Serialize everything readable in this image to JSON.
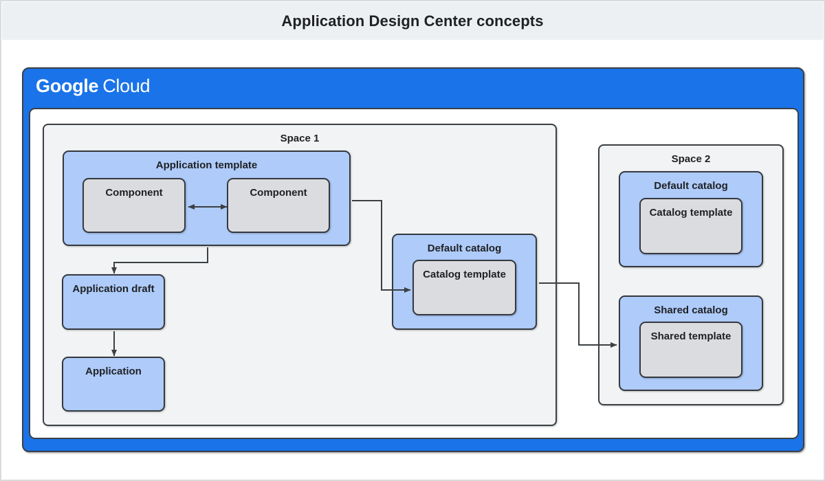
{
  "header": {
    "title": "Application Design Center concepts"
  },
  "logo": {
    "google": "Google",
    "cloud": "Cloud"
  },
  "nodes": {
    "space1": {
      "label": "Space 1"
    },
    "space2": {
      "label": "Space 2"
    },
    "app_template": {
      "label": "Application template"
    },
    "component_a": {
      "label": "Component"
    },
    "component_b": {
      "label": "Component"
    },
    "app_draft": {
      "label": "Application draft"
    },
    "application": {
      "label": "Application"
    },
    "default_catalog_space1": {
      "label": "Default catalog"
    },
    "catalog_template_space1": {
      "label": "Catalog template"
    },
    "default_catalog_space2": {
      "label": "Default catalog"
    },
    "catalog_template_space2": {
      "label": "Catalog template"
    },
    "shared_catalog": {
      "label": "Shared catalog"
    },
    "shared_template": {
      "label": "Shared template"
    }
  },
  "connectors": [
    {
      "from": "component_a",
      "to": "component_b",
      "type": "bidirectional-arrow"
    },
    {
      "from": "app_template",
      "to": "app_draft",
      "type": "arrow"
    },
    {
      "from": "app_draft",
      "to": "application",
      "type": "arrow"
    },
    {
      "from": "app_template",
      "to": "catalog_template_space1",
      "type": "arrow"
    },
    {
      "from": "default_catalog_space1",
      "to": "shared_catalog",
      "type": "arrow"
    }
  ],
  "colors": {
    "google_blue": "#1a73e8",
    "node_blue": "#aecbfa",
    "node_gray": "#dadce0",
    "space_gray": "#f1f3f4",
    "banner_gray": "#edf0f2",
    "line_dark": "#3c4043",
    "text_dark": "#202124",
    "logo_text": "#ffffff"
  }
}
